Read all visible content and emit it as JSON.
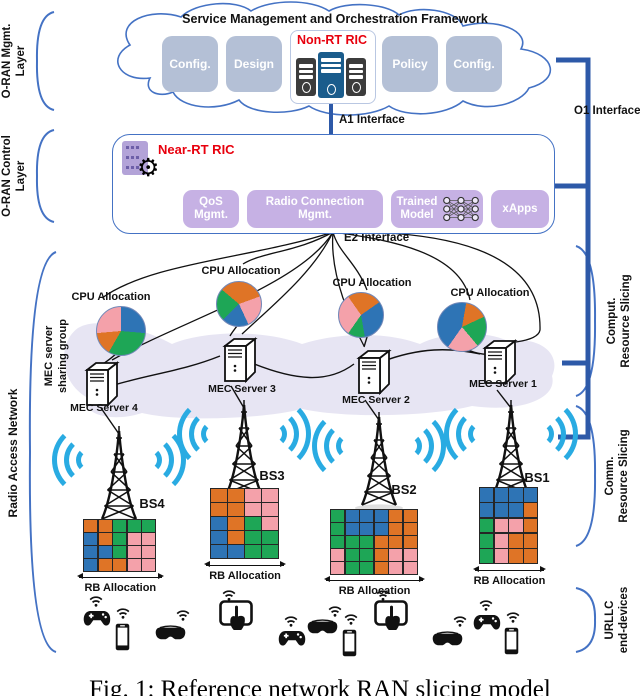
{
  "figure": {
    "caption": "Fig. 1: Reference network RAN slicing model"
  },
  "layers_left": [
    {
      "label": "O-RAN Mgmt.\nLayer"
    },
    {
      "label": "O-RAN Control\nLayer"
    },
    {
      "label": "Radio Access Network"
    }
  ],
  "annotations_right": [
    {
      "label": "Comput.\nResource Slicing"
    },
    {
      "label": "Comm.\nResource Slicing"
    },
    {
      "label": "URLLC\nend-devices"
    }
  ],
  "interfaces": {
    "a1": "A1 Interface",
    "e2": "E2 Interface",
    "o1": "O1 Interface"
  },
  "smo": {
    "title": "Service Management and Orchestration Framework",
    "boxes": [
      "Config.",
      "Design",
      "Policy",
      "Config."
    ],
    "non_rt_ric": {
      "label": "Non-RT RIC",
      "icon": "server-stack-icon"
    }
  },
  "near_rt_ric": {
    "label": "Near-RT RIC",
    "icon": "server-rack-gear-icon",
    "boxes": [
      {
        "label": "QoS Mgmt."
      },
      {
        "label": "Radio Connection Mgmt."
      },
      {
        "label": "Trained Model",
        "icon": "neural-network-icon"
      },
      {
        "label": "xApps"
      }
    ]
  },
  "mec": {
    "group_label": "MEC server\nsharing group",
    "servers": [
      {
        "name": "MEC Server 4"
      },
      {
        "name": "MEC Server 3"
      },
      {
        "name": "MEC Server 2"
      },
      {
        "name": "MEC Server 1"
      }
    ]
  },
  "cpu_pies": [
    {
      "label": "CPU Allocation",
      "server": "MEC Server 4",
      "start_deg": 0,
      "segments": [
        {
          "color": "blue",
          "sweep": 95
        },
        {
          "color": "green",
          "sweep": 115
        },
        {
          "color": "orange",
          "sweep": 55
        },
        {
          "color": "pink",
          "sweep": 95
        }
      ]
    },
    {
      "label": "CPU Allocation",
      "server": "MEC Server 3",
      "start_deg": -50,
      "segments": [
        {
          "color": "orange",
          "sweep": 120
        },
        {
          "color": "pink",
          "sweep": 85
        },
        {
          "color": "blue",
          "sweep": 70
        },
        {
          "color": "green",
          "sweep": 85
        }
      ]
    },
    {
      "label": "CPU Allocation",
      "server": "MEC Server 2",
      "start_deg": -35,
      "segments": [
        {
          "color": "orange",
          "sweep": 90
        },
        {
          "color": "blue",
          "sweep": 115
        },
        {
          "color": "green",
          "sweep": 45
        },
        {
          "color": "pink",
          "sweep": 110
        }
      ]
    },
    {
      "label": "CPU Allocation",
      "server": "MEC Server 1",
      "start_deg": 10,
      "segments": [
        {
          "color": "orange",
          "sweep": 55
        },
        {
          "color": "green",
          "sweep": 75
        },
        {
          "color": "pink",
          "sweep": 75
        },
        {
          "color": "blue",
          "sweep": 155
        }
      ]
    }
  ],
  "base_stations": [
    {
      "name": "BS4"
    },
    {
      "name": "BS3"
    },
    {
      "name": "BS2"
    },
    {
      "name": "BS1"
    }
  ],
  "rb_grids": [
    {
      "label": "RB Allocation",
      "bs": "BS4",
      "rows": [
        [
          "O",
          "O",
          "G",
          "G",
          "G"
        ],
        [
          "B",
          "O",
          "G",
          "P",
          "P"
        ],
        [
          "B",
          "B",
          "G",
          "P",
          "P"
        ],
        [
          "B",
          "O",
          "O",
          "P",
          "P"
        ]
      ]
    },
    {
      "label": "RB Allocation",
      "bs": "BS3",
      "rows": [
        [
          "O",
          "O",
          "P",
          "P"
        ],
        [
          "O",
          "O",
          "P",
          "P"
        ],
        [
          "B",
          "O",
          "G",
          "P"
        ],
        [
          "B",
          "O",
          "G",
          "G"
        ],
        [
          "B",
          "B",
          "G",
          "G"
        ]
      ]
    },
    {
      "label": "RB Allocation",
      "bs": "BS2",
      "rows": [
        [
          "G",
          "B",
          "B",
          "B",
          "O",
          "O"
        ],
        [
          "G",
          "B",
          "B",
          "B",
          "O",
          "O"
        ],
        [
          "G",
          "G",
          "G",
          "O",
          "O",
          "O"
        ],
        [
          "P",
          "G",
          "G",
          "O",
          "P",
          "P"
        ],
        [
          "P",
          "G",
          "G",
          "O",
          "P",
          "P"
        ]
      ]
    },
    {
      "label": "RB Allocation",
      "bs": "BS1",
      "rows": [
        [
          "B",
          "B",
          "B",
          "B"
        ],
        [
          "B",
          "B",
          "B",
          "O"
        ],
        [
          "G",
          "P",
          "P",
          "O"
        ],
        [
          "G",
          "P",
          "O",
          "O"
        ],
        [
          "G",
          "P",
          "O",
          "O"
        ]
      ]
    }
  ],
  "devices": [
    {
      "type": "gamepad"
    },
    {
      "type": "smartphone"
    },
    {
      "type": "vr-headset"
    },
    {
      "type": "tablet-touch"
    },
    {
      "type": "gamepad"
    },
    {
      "type": "vr-headset"
    },
    {
      "type": "smartphone"
    },
    {
      "type": "tablet-touch"
    },
    {
      "type": "vr-headset"
    },
    {
      "type": "gamepad"
    },
    {
      "type": "smartphone"
    }
  ],
  "palette": {
    "pink": "#f4a1aa",
    "blue": "#2e74b5",
    "green": "#1ea656",
    "orange": "#df7426",
    "accent_blue": "#4472c4",
    "line_blue": "#2d59a8",
    "wifi_cyan": "#29abe2",
    "lavender_box": "#c6b1e4",
    "rack_lavender": "#b3a3d8",
    "gray_box": "#b4c0d6",
    "blob": "#e7e5f3",
    "red": "#e8000d",
    "server_gray": "#3c3c3c",
    "server_blue": "#1a5c8c"
  }
}
